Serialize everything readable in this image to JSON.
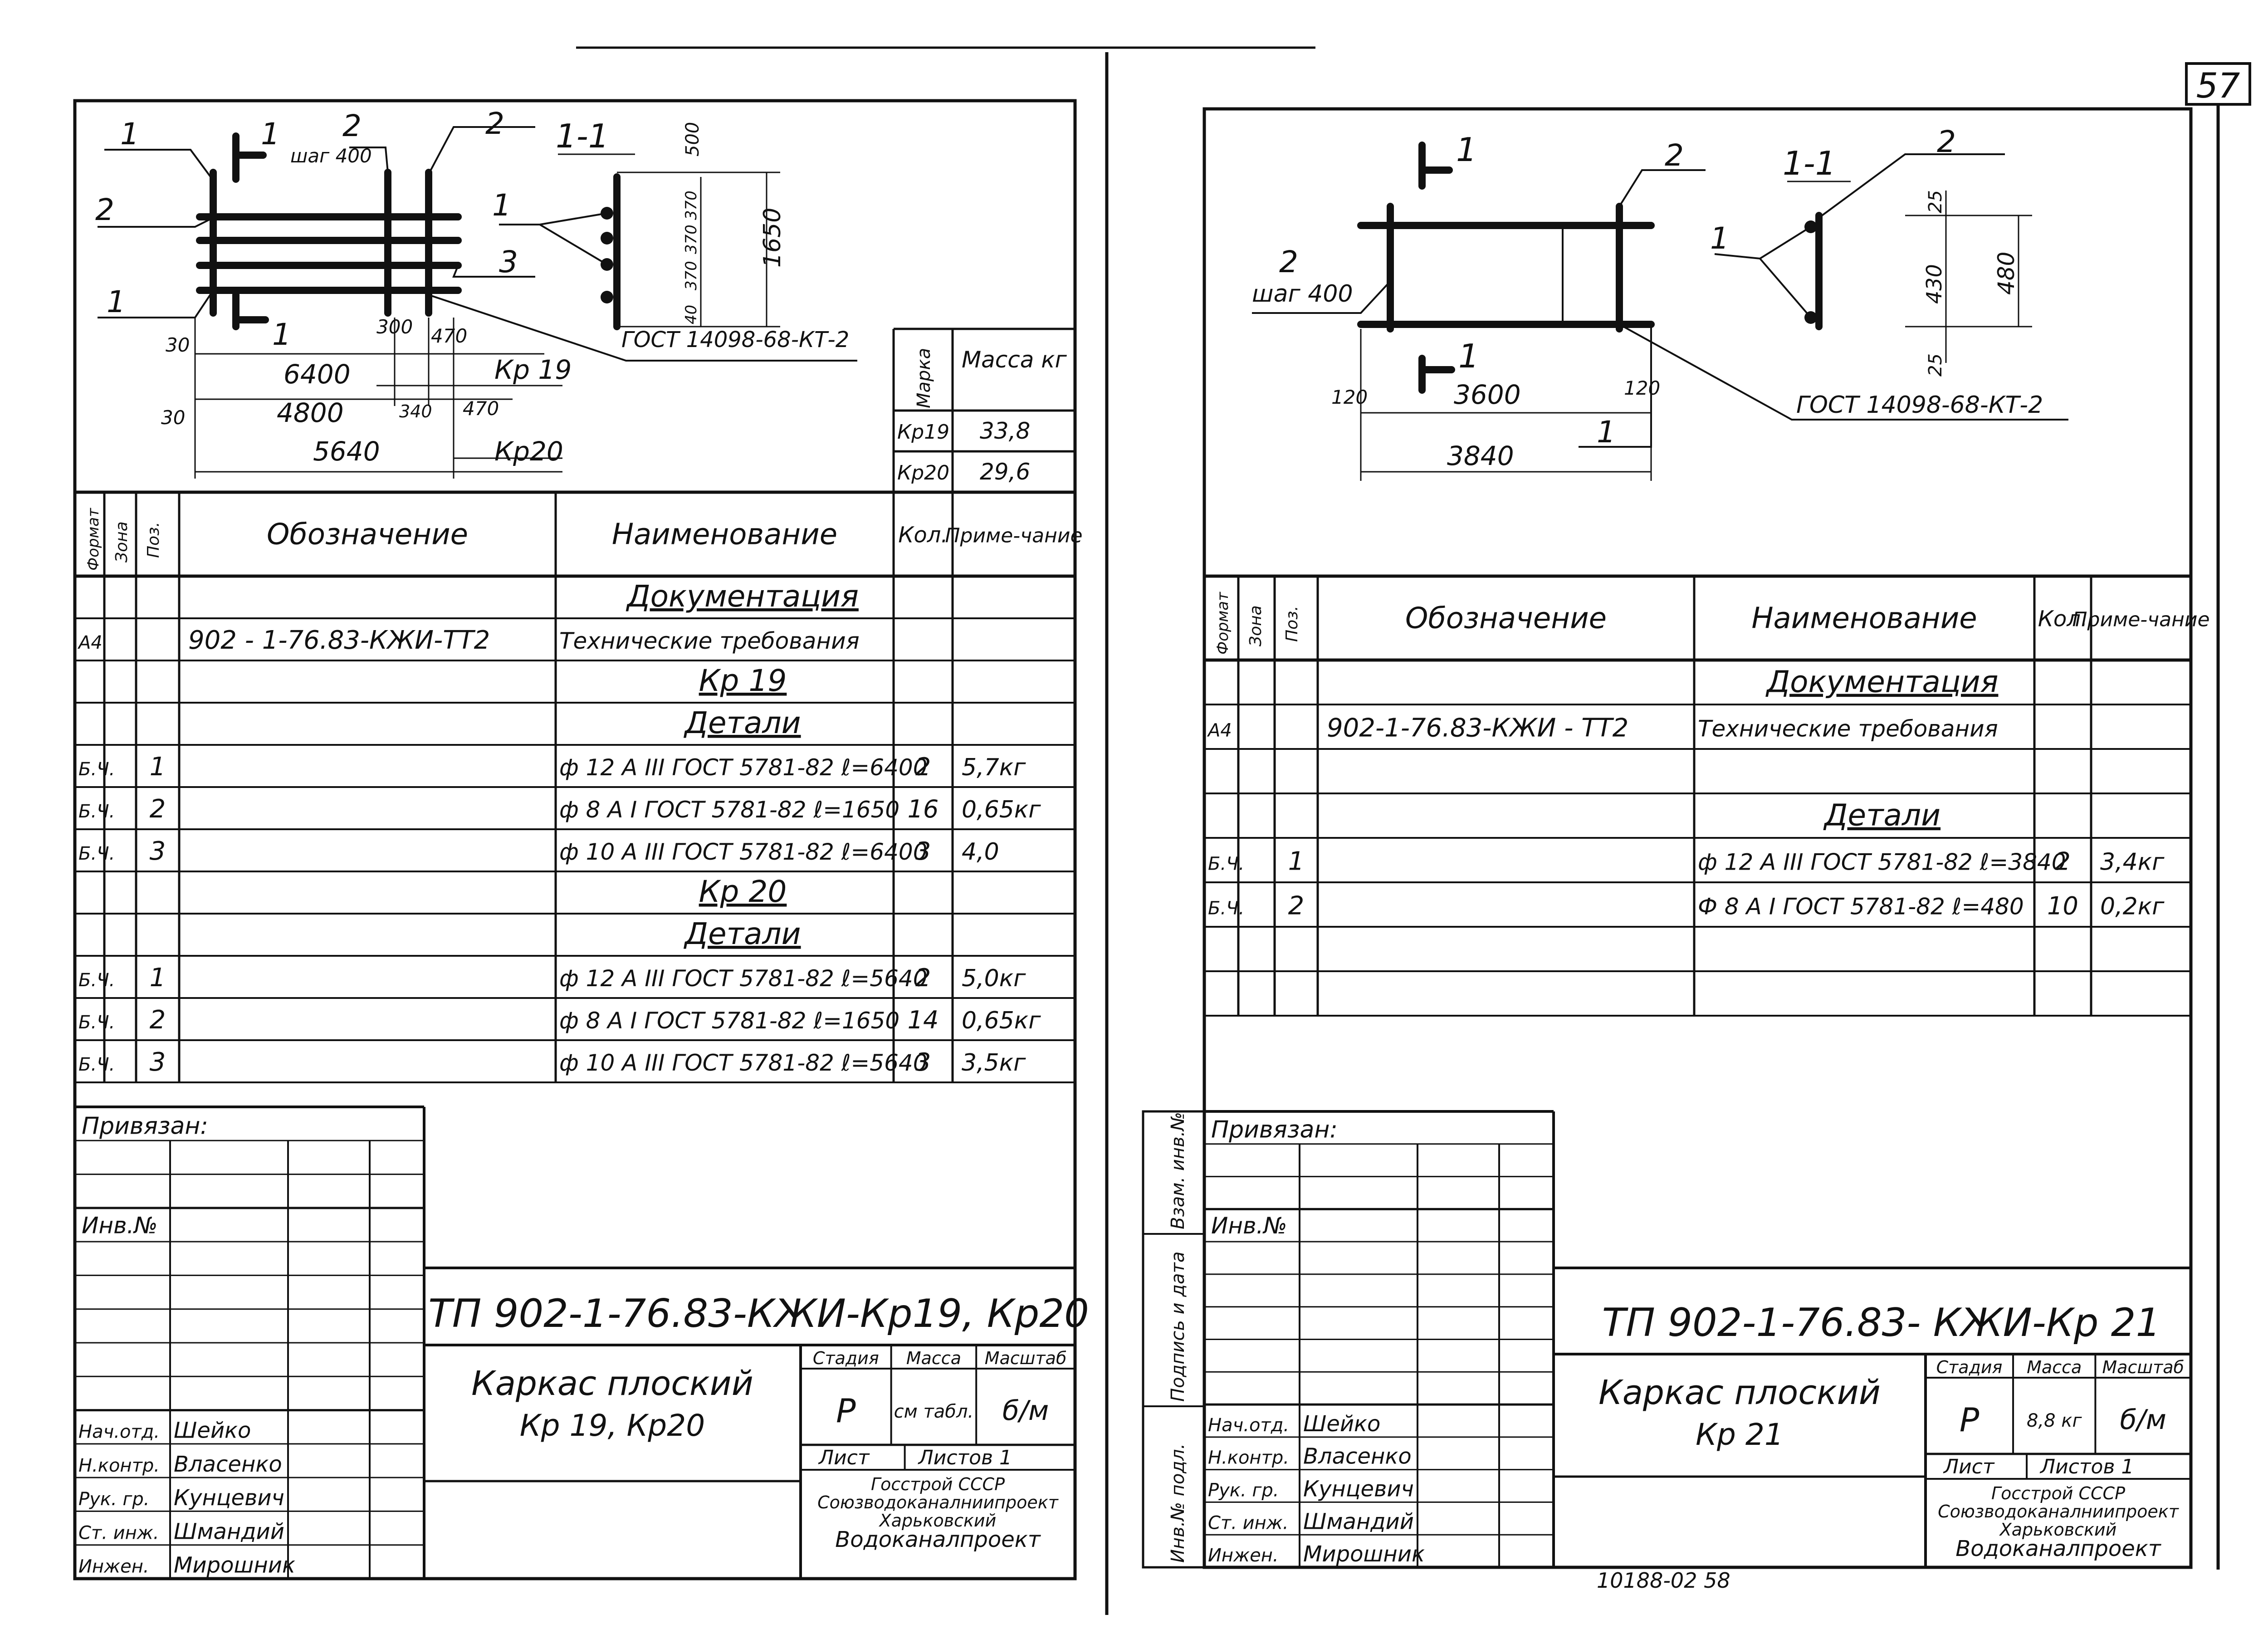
{
  "page_number": "57",
  "left_sheet": {
    "sketch": {
      "labels": {
        "pos1_top": "1",
        "pos1_bottom": "1",
        "pos2_left": "2",
        "pos2_top": "2",
        "pos2_right": "2",
        "pos3": "3",
        "pos1_section": "1",
        "step": "шаг 400",
        "section_mark": "1",
        "section_mark_bottom": "1",
        "section_title": "1-1",
        "gost": "ГОСТ 14098-68-КТ-2"
      },
      "dims": {
        "d500": "500",
        "d370a": "370",
        "d370b": "370",
        "d370c": "370",
        "d40": "40",
        "d1650": "1650",
        "d30a": "30",
        "d6400": "6400",
        "d300": "300",
        "d470a": "470",
        "d30b": "30",
        "d4800": "4800",
        "d340": "340",
        "d470b": "470",
        "d5640": "5640"
      },
      "names": {
        "kr19": "Кр 19",
        "kr20": "Кр20"
      }
    },
    "mass_table": {
      "h_marka": "Марка",
      "h_massa": "Масса кг",
      "rows": [
        {
          "marka": "Кр19",
          "massa": "33,8"
        },
        {
          "marka": "Кр20",
          "massa": "29,6"
        }
      ]
    },
    "spec": {
      "headers": {
        "format": "Формат",
        "zona": "Зона",
        "poz": "Поз.",
        "oboz": "Обозначение",
        "naim": "Наименование",
        "kol": "Кол.",
        "prim": "Приме-чание"
      },
      "rows": [
        {
          "format": "",
          "poz": "",
          "oboz": "",
          "naim": "Документация",
          "kol": "",
          "prim": ""
        },
        {
          "format": "А4",
          "poz": "",
          "oboz": "902 - 1-76.83-КЖИ-ТТ2",
          "naim": "Технические требования",
          "kol": "",
          "prim": ""
        },
        {
          "format": "",
          "poz": "",
          "oboz": "",
          "naim": "Кр 19",
          "kol": "",
          "prim": ""
        },
        {
          "format": "",
          "poz": "",
          "oboz": "",
          "naim": "Детали",
          "kol": "",
          "prim": ""
        },
        {
          "format": "Б.Ч.",
          "poz": "1",
          "oboz": "",
          "naim": "ф 12 А III ГОСТ 5781-82 ℓ=6400",
          "kol": "2",
          "prim": "5,7кг"
        },
        {
          "format": "Б.Ч.",
          "poz": "2",
          "oboz": "",
          "naim": "ф 8 А I ГОСТ 5781-82 ℓ=1650",
          "kol": "16",
          "prim": "0,65кг"
        },
        {
          "format": "Б.Ч.",
          "poz": "3",
          "oboz": "",
          "naim": "ф 10 А III ГОСТ 5781-82 ℓ=6400",
          "kol": "3",
          "prim": "4,0"
        },
        {
          "format": "",
          "poz": "",
          "oboz": "",
          "naim": "Кр 20",
          "kol": "",
          "prim": ""
        },
        {
          "format": "",
          "poz": "",
          "oboz": "",
          "naim": "Детали",
          "kol": "",
          "prim": ""
        },
        {
          "format": "Б.Ч.",
          "poz": "1",
          "oboz": "",
          "naim": "ф 12 А III ГОСТ 5781-82 ℓ=5640",
          "kol": "2",
          "prim": "5,0кг"
        },
        {
          "format": "Б.Ч.",
          "poz": "2",
          "oboz": "",
          "naim": "ф 8 А I ГОСТ 5781-82 ℓ=1650",
          "kol": "14",
          "prim": "0,65кг"
        },
        {
          "format": "Б.Ч.",
          "poz": "3",
          "oboz": "",
          "naim": "ф 10 А III ГОСТ 5781-82 ℓ=5640",
          "kol": "3",
          "prim": "3,5кг"
        }
      ]
    },
    "title_block": {
      "privyazan": "Привязан:",
      "inv": "Инв.№",
      "code": "ТП 902-1-76.83-КЖИ-Кр19, Кр20",
      "name_l1": "Каркас плоский",
      "name_l2": "Кр 19,  Кр20",
      "stadia_h": "Стадия",
      "massa_h": "Масса",
      "masshtab_h": "Масштаб",
      "stadia": "Р",
      "massa": "см табл.",
      "masshtab": "б/м",
      "list_h": "Лист",
      "listov_h": "Листов 1",
      "org1": "Госстрой СССР",
      "org2": "Союзводоканалниипроект",
      "org3": "Харьковский",
      "org4": "Водоканалпроект",
      "staff": [
        {
          "role": "Нач.отд.",
          "name": "Шейко"
        },
        {
          "role": "Н.контр.",
          "name": "Власенко"
        },
        {
          "role": "Рук. гр.",
          "name": "Кунцевич"
        },
        {
          "role": "Ст. инж.",
          "name": "Шмандий"
        },
        {
          "role": "Инжен.",
          "name": "Мирошник"
        }
      ]
    }
  },
  "right_sheet": {
    "sketch": {
      "labels": {
        "sec_top": "1",
        "sec_bot": "1",
        "pos2_top": "2",
        "pos2_left": "2",
        "step": "шаг 400",
        "section_title": "1-1",
        "pos2_section": "2",
        "pos1_section": "1",
        "pos1_bottom": "1",
        "gost": "ГОСТ 14098-68-КТ-2"
      },
      "dims": {
        "d120a": "120",
        "d3600": "3600",
        "d120b": "120",
        "d3840": "3840",
        "d25a": "25",
        "d430": "430",
        "d25b": "25",
        "d480": "480"
      }
    },
    "spec": {
      "headers": {
        "format": "Формат",
        "zona": "Зона",
        "poz": "Поз.",
        "oboz": "Обозначение",
        "naim": "Наименование",
        "kol": "Кол.",
        "prim": "Приме-чание"
      },
      "rows": [
        {
          "format": "",
          "poz": "",
          "oboz": "",
          "naim": "Документация",
          "kol": "",
          "prim": ""
        },
        {
          "format": "А4",
          "poz": "",
          "oboz": "902-1-76.83-КЖИ - ТТ2",
          "naim": "Технические требования",
          "kol": "",
          "prim": ""
        },
        {
          "format": "",
          "poz": "",
          "oboz": "",
          "naim": "Детали",
          "kol": "",
          "prim": ""
        },
        {
          "format": "Б.Ч.",
          "poz": "1",
          "oboz": "",
          "naim": "ф 12 А III ГОСТ 5781-82 ℓ=3840",
          "kol": "2",
          "prim": "3,4кг"
        },
        {
          "format": "Б.Ч.",
          "poz": "2",
          "oboz": "",
          "naim": "Ф 8 А I ГОСТ 5781-82 ℓ=480",
          "kol": "10",
          "prim": "0,2кг"
        }
      ]
    },
    "side_labels": {
      "podl": "Инв.№ подл.",
      "podpis": "Подпись и дата",
      "vzam": "Взам. инв.№"
    },
    "title_block": {
      "privyazan": "Привязан:",
      "inv": "Инв.№",
      "code": "ТП 902-1-76.83- КЖИ-Кр 21",
      "name_l1": "Каркас плоский",
      "name_l2": "Кр 21",
      "stadia_h": "Стадия",
      "massa_h": "Масса",
      "masshtab_h": "Масштаб",
      "stadia": "Р",
      "massa": "8,8 кг",
      "masshtab": "б/м",
      "list_h": "Лист",
      "listov_h": "Листов 1",
      "org1": "Госстрой СССР",
      "org2": "Союзводоканалниипроект",
      "org3": "Харьковский",
      "org4": "Водоканалпроект",
      "staff": [
        {
          "role": "Нач.отд.",
          "name": "Шейко"
        },
        {
          "role": "Н.контр.",
          "name": "Власенко"
        },
        {
          "role": "Рук. гр.",
          "name": "Кунцевич"
        },
        {
          "role": "Ст. инж.",
          "name": "Шмандий"
        },
        {
          "role": "Инжен.",
          "name": "Мирошник"
        }
      ]
    },
    "footer_note": "10188-02 58"
  }
}
